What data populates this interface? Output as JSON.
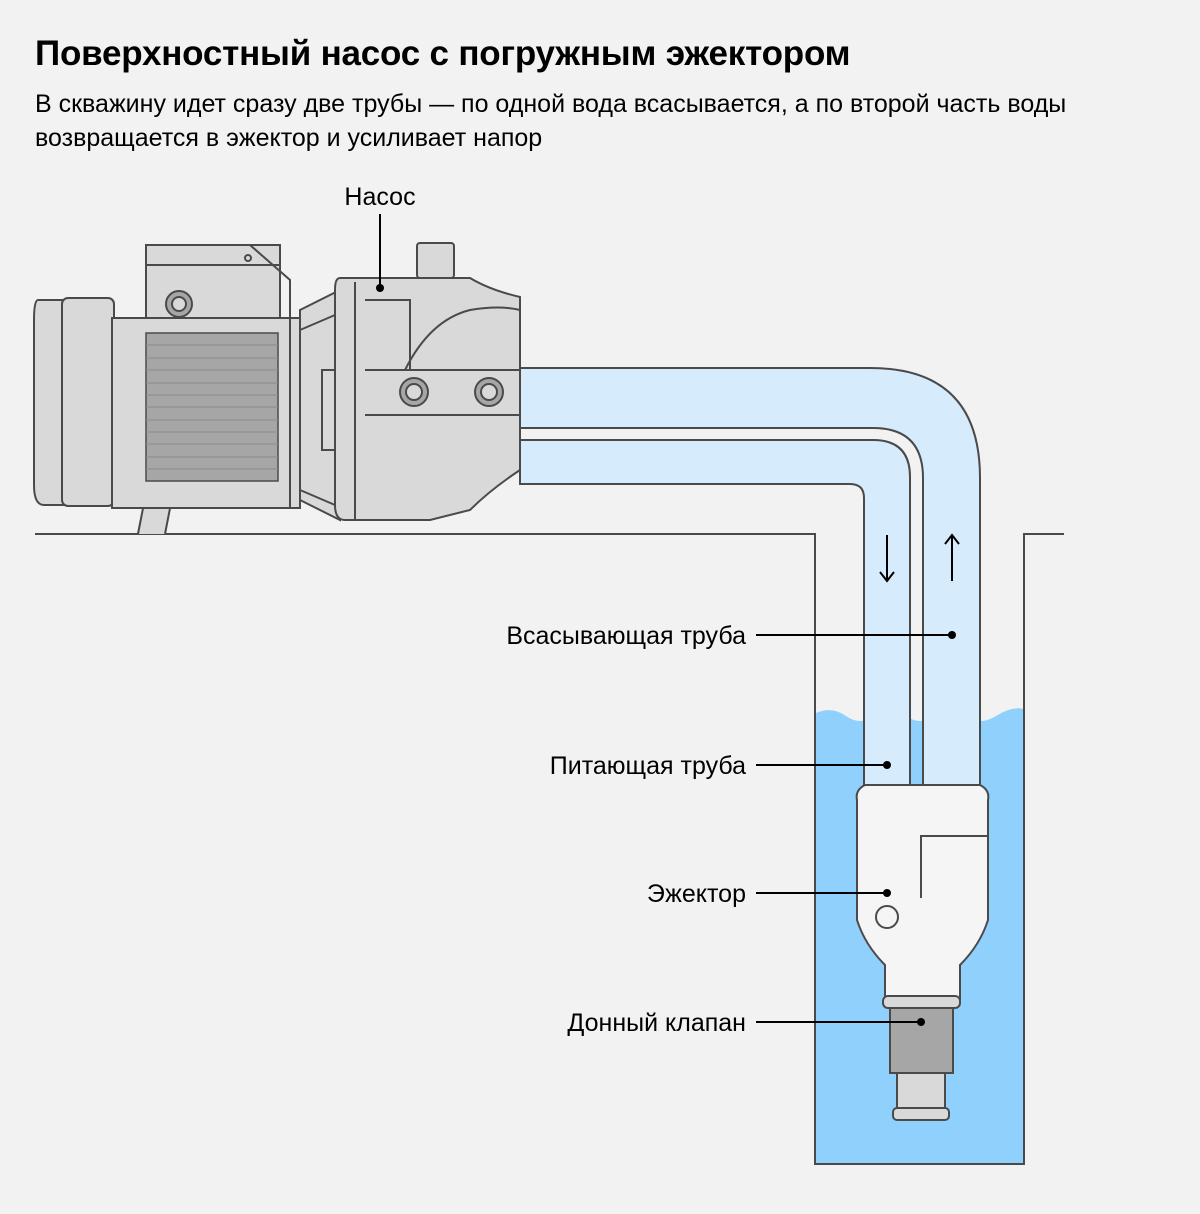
{
  "header": {
    "title": "Поверхностный насос с погружным эжектором",
    "subtitle": "В скважину идет сразу две трубы — по одной вода всасывается, а по второй часть воды возвращается в эжектор и усиливает напор"
  },
  "labels": {
    "pump": "Насос",
    "suction_pipe": "Всасывающая труба",
    "feed_pipe": "Питающая труба",
    "ejector": "Эжектор",
    "foot_valve": "Донный клапан"
  },
  "colors": {
    "background": "#f2f2f2",
    "pipe_fill": "#d6ebfc",
    "water": "#8fd0fd",
    "pump_body": "#d9d9d9",
    "pump_dark": "#a6a6a6",
    "outline": "#4a4a4a"
  },
  "icons": {
    "flow_down": "arrow-down-icon",
    "flow_up": "arrow-up-icon"
  }
}
